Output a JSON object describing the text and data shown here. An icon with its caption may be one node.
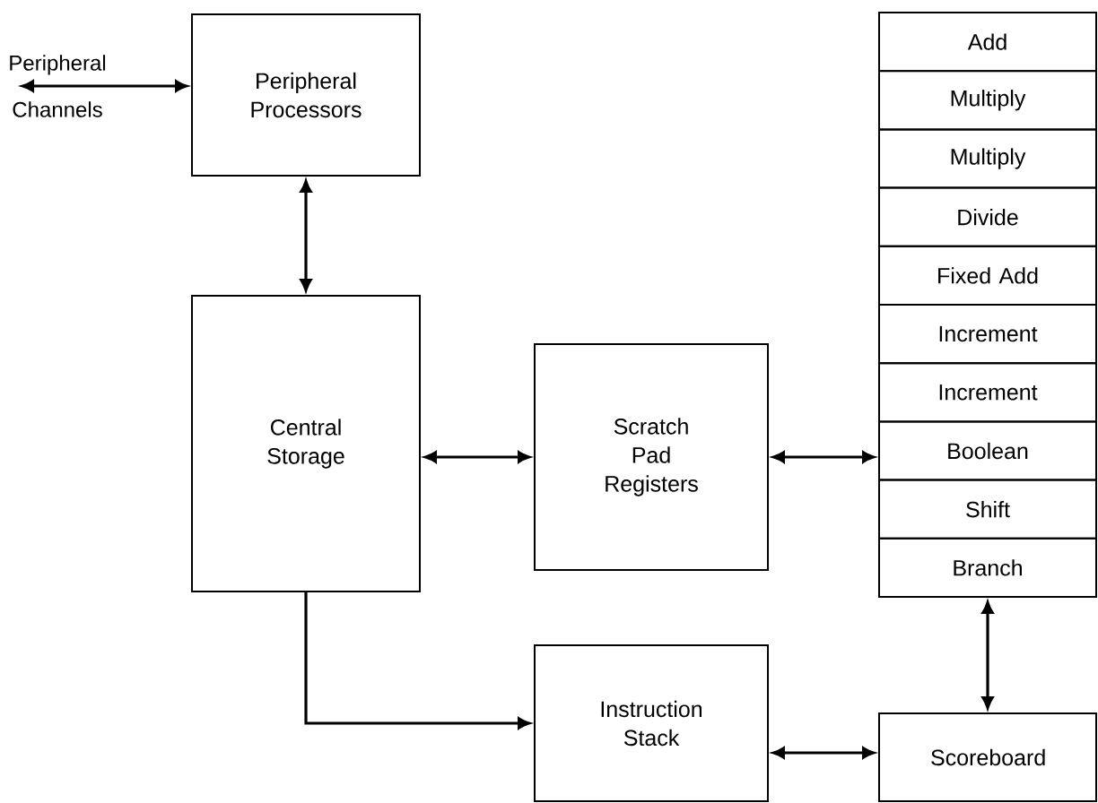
{
  "diagram": {
    "nodes": [
      {
        "text": [
          "Peripheral Channels"
        ]
      },
      {
        "text": [
          "Peripheral Processors"
        ]
      },
      {
        "text": [
          "Central Storage"
        ]
      },
      {
        "text": [
          "Scratch Pad Registers"
        ]
      },
      {
        "text": [],
        "shape": "box"
      },
      {
        "text": [
          "Add"
        ],
        "in": 4
      },
      {
        "text": [
          "Multiply"
        ],
        "in": 4
      },
      {
        "text": [
          "Multiply"
        ],
        "in": 4
      },
      {
        "text": [
          "Divide"
        ],
        "in": 4
      },
      {
        "text": [
          "Fixed Add"
        ],
        "in": 4
      },
      {
        "text": [
          "Increment"
        ],
        "in": 4
      },
      {
        "text": [
          "Increment"
        ],
        "in": 4
      },
      {
        "text": [
          "Boolean"
        ],
        "in": 4
      },
      {
        "text": [
          "Shift"
        ],
        "in": 4
      },
      {
        "text": [
          "Branch"
        ],
        "in": 4
      },
      {
        "text": [
          "Instruction Stack"
        ]
      },
      {
        "text": [
          "Scoreboard"
        ]
      }
    ],
    "edges": [
      {
        "from": 0,
        "to": 1,
        "arrow": "both"
      },
      {
        "from": 1,
        "to": 2,
        "arrow": "both"
      },
      {
        "from": 2,
        "to": 3,
        "arrow": "both"
      },
      {
        "from": 3,
        "to": 4,
        "arrow": "both"
      },
      {
        "from": 2,
        "to": 15,
        "arrow": "to"
      },
      {
        "from": 15,
        "to": 16,
        "arrow": "both"
      },
      {
        "from": 4,
        "to": 16,
        "arrow": "both"
      }
    ]
  }
}
